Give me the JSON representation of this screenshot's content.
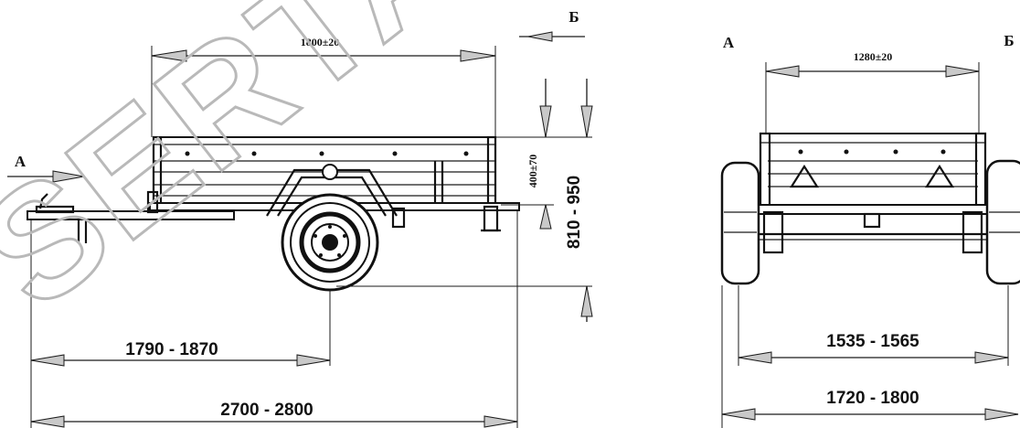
{
  "watermark": "SERTA",
  "views": {
    "side": {
      "length_top": "1800±20",
      "side_height": "400±70",
      "total_height": "810 - 950",
      "axle_position": "1790 - 1870",
      "total_length": "2700 - 2800",
      "arrow_a_label": "А",
      "arrow_b_label": "Б"
    },
    "rear": {
      "label_a": "А",
      "label_b": "Б",
      "inner_width": "1280±20",
      "track_width": "1535 - 1565",
      "total_width": "1720 - 1800"
    }
  }
}
